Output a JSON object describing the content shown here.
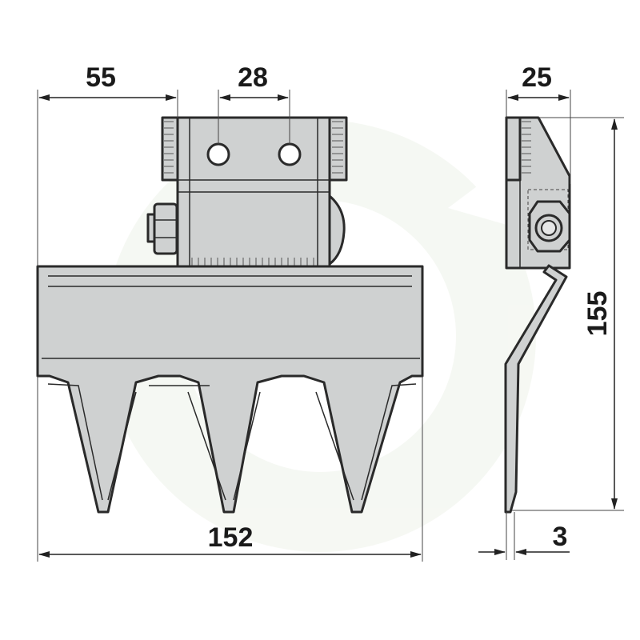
{
  "dimensions": {
    "front_left_offset": "55",
    "hole_spacing": "28",
    "overall_width": "152",
    "side_width": "25",
    "overall_height": "155",
    "thickness": "3"
  },
  "colors": {
    "steel": "#cfd1d1",
    "steel_dark": "#a9acac",
    "line": "#2a2a2a",
    "watermark": "#eef3ea"
  }
}
